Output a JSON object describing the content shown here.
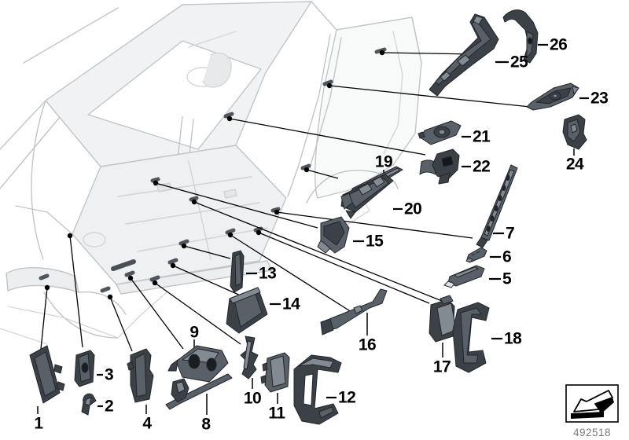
{
  "diagram": {
    "part_labels": [
      "1",
      "2",
      "3",
      "4",
      "5",
      "6",
      "7",
      "8",
      "9",
      "10",
      "11",
      "12",
      "13",
      "14",
      "15",
      "16",
      "17",
      "18",
      "19",
      "20",
      "21",
      "22",
      "23",
      "24",
      "25",
      "26"
    ],
    "diagram_number": "492518",
    "icons": {
      "direction_arrow": "direction-arrow-icon"
    },
    "colors": {
      "background": "#ffffff",
      "car_line": "#c2c5c8",
      "part_dark": "#3c4147",
      "part_mid": "#5a6067",
      "part_light": "#838a92",
      "leader_line": "#000000",
      "label_text": "#000000",
      "footer_text": "#7a7a7a"
    }
  }
}
